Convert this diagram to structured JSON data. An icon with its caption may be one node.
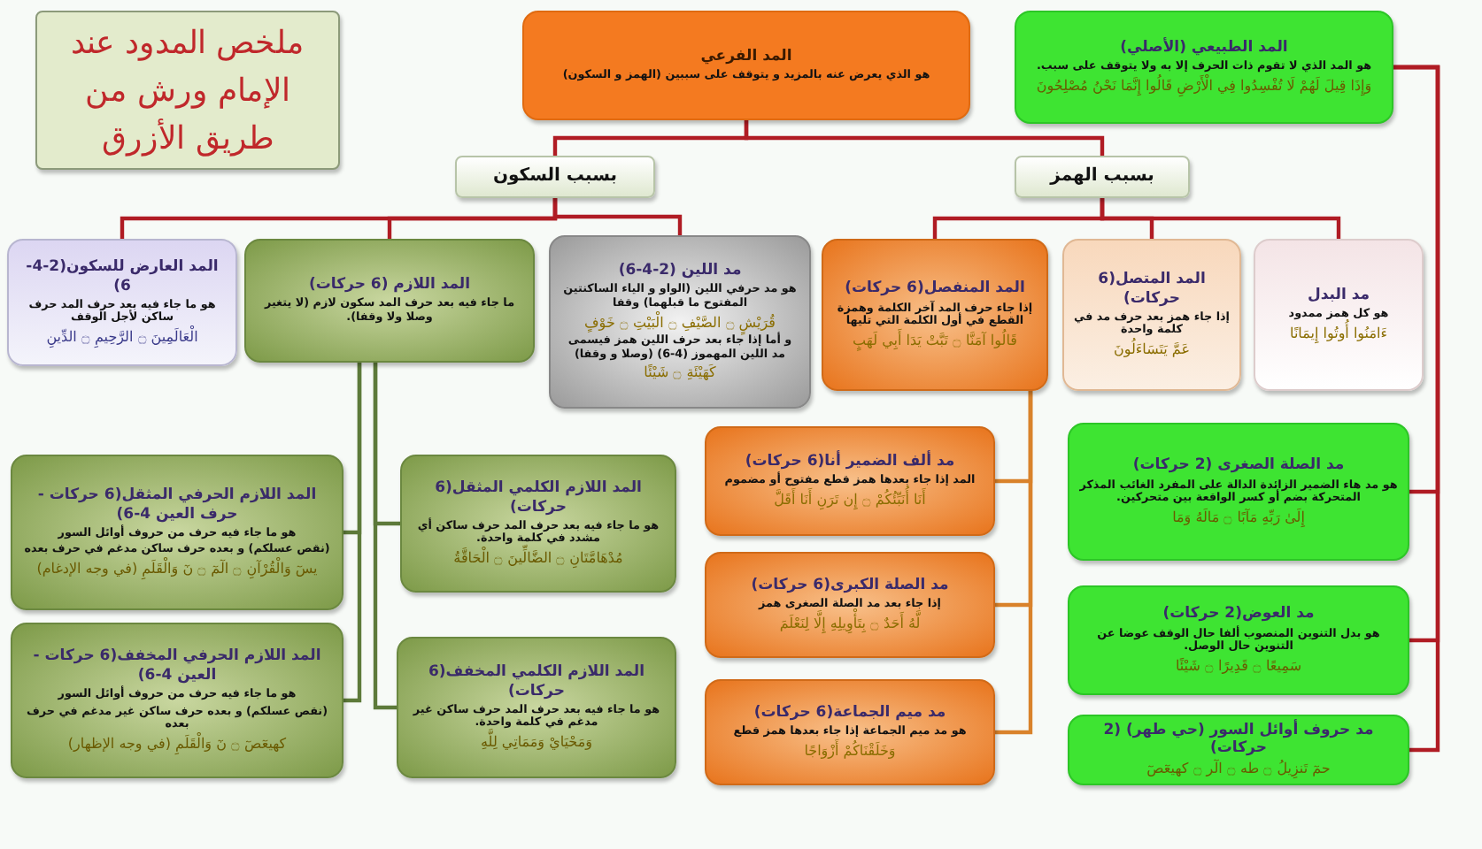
{
  "diagram": {
    "nodes": [
      {
        "text": [
          "ملخص المدود عند الإمام ورش من طريق الأزرق"
        ]
      },
      {
        "text": [
          "المد الفرعي",
          "هو الذي يعرض عنه بالمزيد و يتوقف على سببين (الهمز و السكون)"
        ]
      },
      {
        "text": [
          "المد الطبيعي (الأصلي)",
          "هو المد الذي لا تقوم ذات الحرف إلا به ولا يتوقف على سبب.",
          "وَإِذَا قِيلَ لَهُمْ لَا تُفْسِدُوا فِي الْأَرْضِ قَالُوا إِنَّمَا نَحْنُ مُصْلِحُونَ"
        ]
      },
      {
        "text": [
          "بسبب السكون"
        ]
      },
      {
        "text": [
          "بسبب الهمز"
        ]
      },
      {
        "text": [
          "المد العارض للسكون(2-4-6)",
          "هو ما جاء فيه بعد حرف المد حرف ساكن لأجل الوقف",
          "الْعَالَمِينَ ۝ الرَّحِيمِ ۝ الدِّينِ"
        ]
      },
      {
        "text": [
          "المد اللازم (6 حركات)",
          "ما جاء فيه بعد حرف المد سكون لازم (لا يتغير وصلا ولا وقفا)."
        ]
      },
      {
        "text": [
          "مد اللين (2-4-6)",
          "هو مد حرفي اللين (الواو و الياء الساكنتين المفتوح ما قبلهما) وقفا",
          "قُرَيْشٍ ۝ الصَّيْفِ ۝ الْبَيْتِ ۝ خَوْفٍ",
          "و أما إذا جاء بعد حرف اللين همز فيسمى مد اللين المهموز (4-6) (وصلا و وقفا)",
          "كَهَيْئَةِ ۝ شَيْئًا"
        ]
      },
      {
        "text": [
          "المد المنفصل(6 حركات)",
          "إذا جاء حرف المد آخر الكلمة وهمزة القطع في أول الكلمة التي تليها",
          "قَالُوا آمَنَّا ۝ تَبَّتْ يَدَا أَبِي لَهَبٍ"
        ]
      },
      {
        "text": [
          "المد المتصل(6 حركات)",
          "إذا جاء همز بعد حرف مد في كلمة واحدة",
          "عَمَّ يَتَسَاءَلُونَ"
        ]
      },
      {
        "text": [
          "مد البدل",
          "هو كل همز ممدود",
          "ءَامَنُوا أُوتُوا إِيمَانًا"
        ]
      },
      {
        "text": [
          "المد اللازم الحرفي المثقل(6 حركات - حرف العين 4-6)",
          "هو ما جاء فيه حرف من حروف أوائل السور",
          "(نقص عسلكم) و بعده حرف ساكن مدغم في حرف بعده",
          "يسٓ وَالْقُرْآنِ ۝ الٓمٓ ۝ نٓ وَالْقَلَمِ (في وجه الإدغام)"
        ]
      },
      {
        "text": [
          "المد اللازم الكلمي المثقل(6 حركات)",
          "هو ما جاء فيه بعد حرف المد حرف ساكن أي مشدد في كلمة واحدة.",
          "مُدْهَامَّتَانِ ۝ الضَّالِّينَ ۝ الْحَاقَّةُ"
        ]
      },
      {
        "text": [
          "المد اللازم الحرفي المخفف(6 حركات - العين 4-6)",
          "هو ما جاء فيه حرف من حروف أوائل السور",
          "(نقص عسلكم) و بعده حرف ساكن غير مدغم في حرف بعده",
          "كهيعٓصٓ ۝ نٓ وَالْقَلَمِ (في وجه الإظهار)"
        ]
      },
      {
        "text": [
          "المد اللازم الكلمي المخفف(6 حركات)",
          "هو ما جاء فيه بعد حرف المد حرف ساكن غير مدغم في كلمة واحدة.",
          "وَمَحْيَايْ وَمَمَاتِي لِلَّهِ"
        ]
      },
      {
        "text": [
          "مد ألف الضمير أنا(6 حركات)",
          "المد إذا جاء بعدها همز قطع مفتوح أو مضموم",
          "أَنَا أُنَبِّئُكُمْ ۝ إِن تَرَنِ أَنَا أَقَلَّ"
        ]
      },
      {
        "text": [
          "مد الصلة الكبرى(6 حركات)",
          "إذا جاء بعد مد الصلة الصغرى همز",
          "لَّهُ أَحَدٌ ۝ بِتَأْوِيلِهِ إِلَّا لِنَعْلَمَ"
        ]
      },
      {
        "text": [
          "مد ميم الجماعة(6 حركات)",
          "هو مد ميم الجماعة إذا جاء بعدها همز قطع",
          "وَخَلَقْنَاكُمْ أَزْوَاجًا"
        ]
      },
      {
        "text": [
          "مد الصلة الصغرى (2 حركات)",
          "هو مد هاء الضمير الزائدة الدالة على المفرد الغائب المذكر المتحركة بضم أو كسر الواقعة بين متحركين.",
          "إِلَىٰ رَبِّهِ مَآبًا ۝ مَالَهُ وَمَا"
        ]
      },
      {
        "text": [
          "مد العوض(2 حركات)",
          "هو بدل التنوين المنصوب ألفا حال الوقف عوضا عن التنوين حال الوصل.",
          "سَمِيعًا ۝ قَدِيرًا ۝ شَيْئًا"
        ]
      },
      {
        "text": [
          "مد حروف أوائل السور (حي طهر) (2 حركات)",
          "حمٓ تَنزِيلُ ۝ طه ۝ الٓر ۝ كهيعٓصٓ"
        ]
      }
    ],
    "edges": [
      {
        "from": 1,
        "to": 3,
        "arrow": "none"
      },
      {
        "from": 1,
        "to": 4,
        "arrow": "none"
      },
      {
        "from": 3,
        "to": 5,
        "arrow": "none"
      },
      {
        "from": 3,
        "to": 6,
        "arrow": "none"
      },
      {
        "from": 3,
        "to": 7,
        "arrow": "none"
      },
      {
        "from": 4,
        "to": 8,
        "arrow": "none"
      },
      {
        "from": 4,
        "to": 9,
        "arrow": "none"
      },
      {
        "from": 4,
        "to": 10,
        "arrow": "none"
      },
      {
        "from": 6,
        "to": 11,
        "arrow": "none",
        "color": "#5d7a3a"
      },
      {
        "from": 6,
        "to": 12,
        "arrow": "none",
        "color": "#5d7a3a"
      },
      {
        "from": 6,
        "to": 13,
        "arrow": "none",
        "color": "#5d7a3a"
      },
      {
        "from": 6,
        "to": 14,
        "arrow": "none",
        "color": "#5d7a3a"
      },
      {
        "from": 8,
        "to": 15,
        "arrow": "none",
        "color": "#d9822b"
      },
      {
        "from": 8,
        "to": 16,
        "arrow": "none",
        "color": "#d9822b"
      },
      {
        "from": 8,
        "to": 17,
        "arrow": "none",
        "color": "#d9822b"
      },
      {
        "from": 2,
        "to": 18,
        "arrow": "none"
      },
      {
        "from": 2,
        "to": 19,
        "arrow": "none"
      },
      {
        "from": 2,
        "to": 20,
        "arrow": "none"
      }
    ]
  }
}
